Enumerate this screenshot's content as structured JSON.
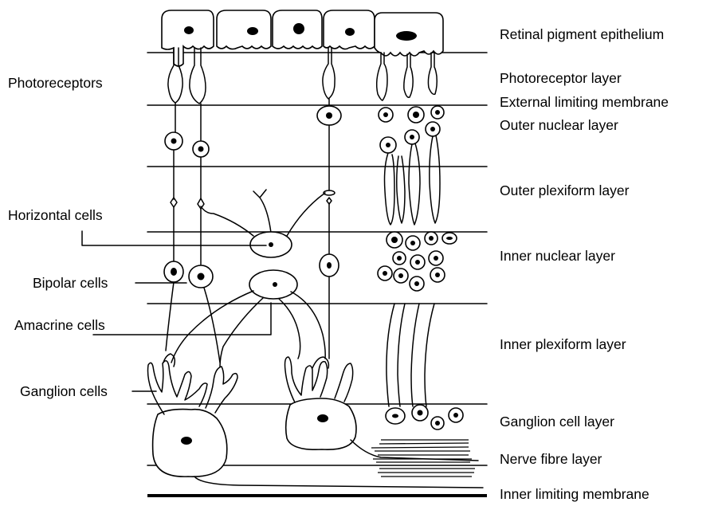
{
  "diagram": {
    "layers": {
      "retinal_pigment_epithelium": "Retinal pigment epithelium",
      "photoreceptor_layer": "Photoreceptor layer",
      "external_limiting_membrane": "External limiting membrane",
      "outer_nuclear_layer": "Outer nuclear layer",
      "outer_plexiform_layer": "Outer plexiform layer",
      "inner_nuclear_layer": "Inner nuclear layer",
      "inner_plexiform_layer": "Inner plexiform layer",
      "ganglion_cell_layer": "Ganglion cell layer",
      "nerve_fibre_layer": "Nerve fibre layer",
      "inner_limiting_membrane": "Inner limiting membrane"
    },
    "cells": {
      "photoreceptors": "Photoreceptors",
      "horizontal_cells": "Horizontal cells",
      "bipolar_cells": "Bipolar cells",
      "amacrine_cells": "Amacrine cells",
      "ganglion_cells": "Ganglion cells"
    }
  }
}
